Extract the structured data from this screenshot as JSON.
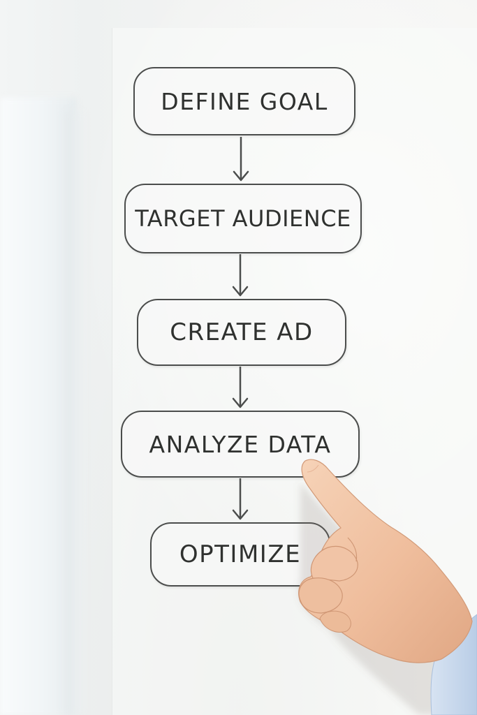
{
  "flowchart": {
    "steps": [
      {
        "label": "DEFINE GOAL"
      },
      {
        "label": "TARGET AUDIENCE"
      },
      {
        "label": "CREATE AD"
      },
      {
        "label": "ANALYZE DATA"
      },
      {
        "label": "OPTIMIZE"
      }
    ],
    "arrow_count": 4,
    "stroke_color": "#4b4d4c",
    "text_color": "#2f312f"
  },
  "scene": {
    "background_color": "#f2f3f2",
    "hand_pointing_at": "ANALYZE DATA",
    "sleeve_color": "#c9d9ee",
    "skin_color": "#f2c3a4"
  }
}
